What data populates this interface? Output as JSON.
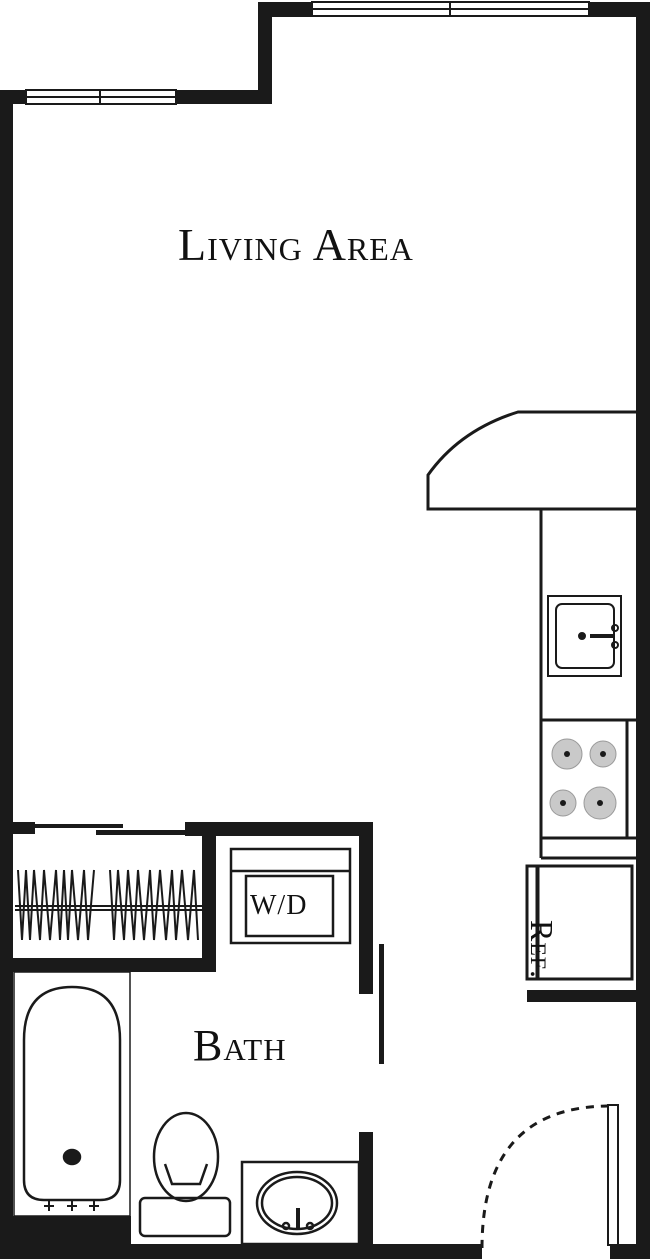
{
  "floorplan": {
    "rooms": {
      "living_area": "Living Area",
      "bath": "Bath"
    },
    "fixtures": {
      "washer_dryer": "W/D",
      "refrigerator": "Ref."
    },
    "colors": {
      "wall": "#1a1a1a",
      "background": "#ffffff",
      "burner": "#bdbdbd"
    }
  }
}
